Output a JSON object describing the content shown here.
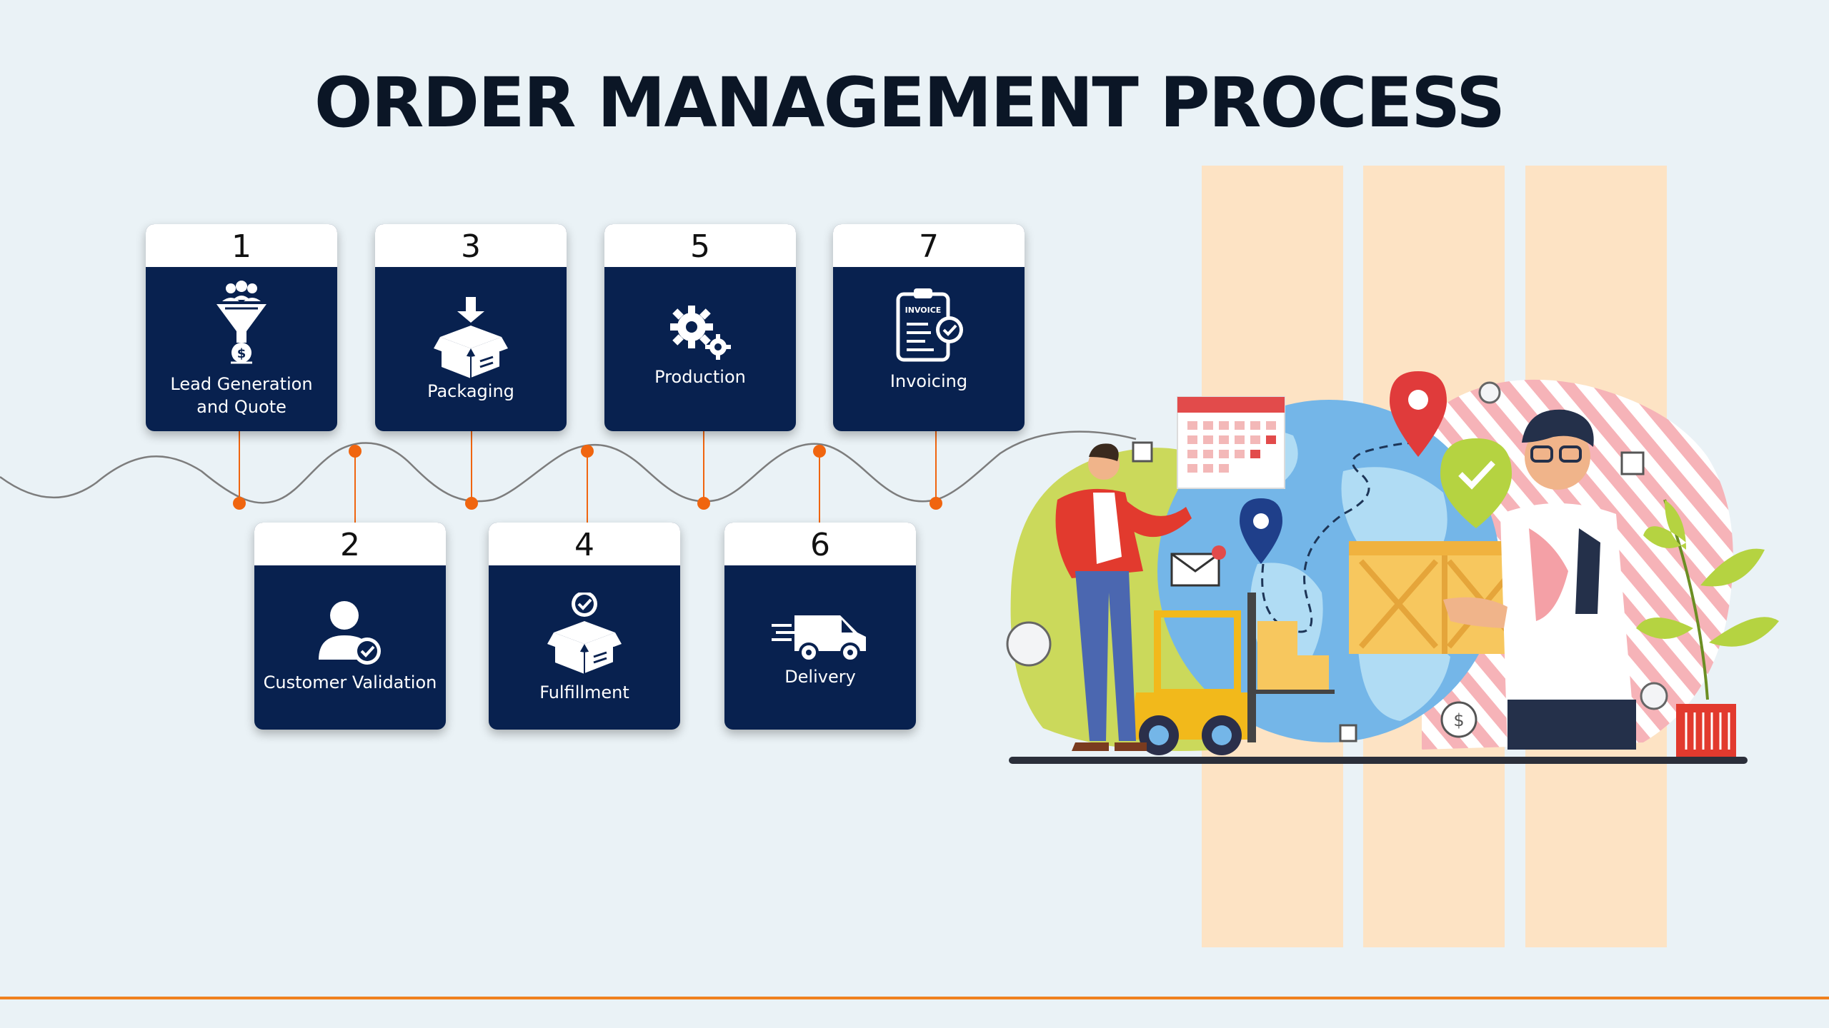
{
  "title": "ORDER MANAGEMENT PROCESS",
  "steps": [
    {
      "number": "1",
      "label": "Lead Generation\nand Quote",
      "icon": "funnel-money-icon"
    },
    {
      "number": "2",
      "label": "Customer Validation",
      "icon": "user-check-icon"
    },
    {
      "number": "3",
      "label": "Packaging",
      "icon": "box-arrow-icon"
    },
    {
      "number": "4",
      "label": "Fulfillment",
      "icon": "box-check-icon"
    },
    {
      "number": "5",
      "label": "Production",
      "icon": "gears-icon"
    },
    {
      "number": "6",
      "label": "Delivery",
      "icon": "delivery-van-icon"
    },
    {
      "number": "7",
      "label": "Invoicing",
      "icon": "invoice-check-icon",
      "icon_text": "INVOICE"
    }
  ],
  "colors": {
    "background": "#eaf2f6",
    "card": "#08214f",
    "connector": "#f0650f",
    "accent_line": "#f0811f",
    "wave": "#7d7d7d"
  }
}
